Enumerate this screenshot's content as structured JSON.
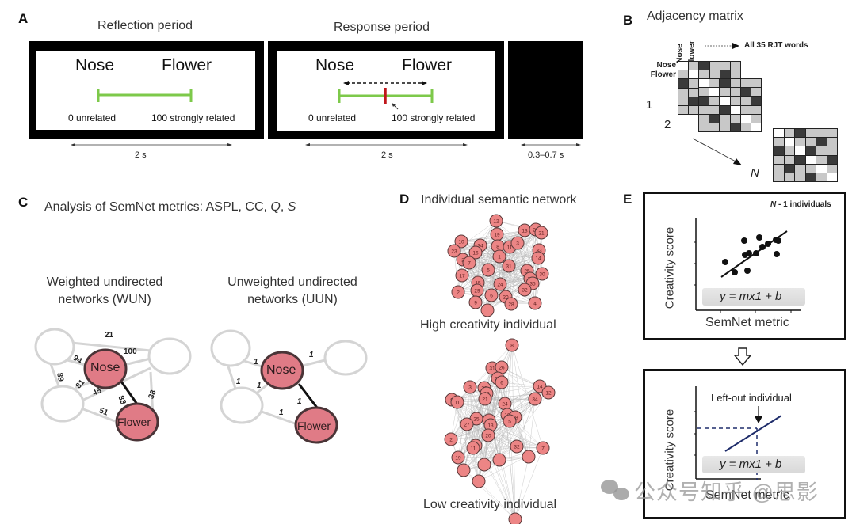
{
  "panelA": {
    "letter": "A",
    "reflection_title": "Reflection period",
    "response_title": "Response period",
    "word1": "Nose",
    "word2": "Flower",
    "scale_min_label": "0 unrelated",
    "scale_max_label": "100 strongly related",
    "reflection_duration": "2 s",
    "response_duration": "2 s",
    "blank_duration": "0.3–0.7 s",
    "scale_color": "#7dc94a",
    "cursor_color": "#c0171b",
    "response_cursor_value": 50
  },
  "panelB": {
    "letter": "B",
    "title": "Adjacency matrix",
    "col_labels": [
      "Nose",
      "Flower"
    ],
    "row_labels": [
      "Nose",
      "Flower"
    ],
    "words_arrow_label": "All 35 RJT words",
    "matrix_index_1": "1",
    "matrix_index_2": "2",
    "matrix_index_n": "N"
  },
  "panelC": {
    "letter": "C",
    "title_prefix": "Analysis of SemNet metrics: ASPL, CC, ",
    "title_q": "Q",
    "title_sep": ", ",
    "title_s": "S",
    "wun_title_line1": "Weighted undirected",
    "wun_title_line2": "networks (WUN)",
    "uun_title_line1": "Unweighted undirected",
    "uun_title_line2": "networks (UUN)",
    "node_nose": "Nose",
    "node_flower": "Flower",
    "node_color": "#e07b86",
    "wun_weights": [
      "21",
      "100",
      "94",
      "89",
      "81",
      "45",
      "83",
      "38",
      "51"
    ],
    "uun_weights": [
      "1",
      "1",
      "1",
      "1",
      "1",
      "1"
    ]
  },
  "panelD": {
    "letter": "D",
    "title": "Individual semantic network",
    "high_label": "High creativity individual",
    "low_label": "Low creativity individual",
    "high_nodes": [
      "12",
      "19",
      "13",
      "27",
      "21",
      "10",
      "34",
      "8",
      "11",
      "3",
      "23",
      "16",
      "33",
      "2",
      "7",
      "1",
      "14",
      "31",
      "5",
      "17",
      "25",
      "30",
      "26",
      "35",
      "15",
      "24",
      "2",
      "29",
      "32",
      "6",
      "20",
      "9",
      "28",
      "4"
    ],
    "low_nodes": [
      "8",
      "31",
      "26",
      "29",
      "6",
      "3",
      "33",
      "14",
      "16",
      "34",
      "12",
      "9",
      "11",
      "21",
      "24",
      "25",
      "8",
      "13",
      "10",
      "18",
      "5",
      "27",
      "20",
      "23",
      "11",
      "32",
      "7",
      "19",
      "2"
    ],
    "node_color": "#ec8585"
  },
  "panelE": {
    "letter": "E",
    "top_label_n": "N",
    "top_label_rest": " - 1 individuals",
    "ylabel": "Creativity score",
    "xlabel": "SemNet metric",
    "equation": "y = mx1 + b",
    "left_out_label": "Left-out individual",
    "line_color": "#1f2d6b"
  },
  "watermark": "公众号知乎 @思影"
}
